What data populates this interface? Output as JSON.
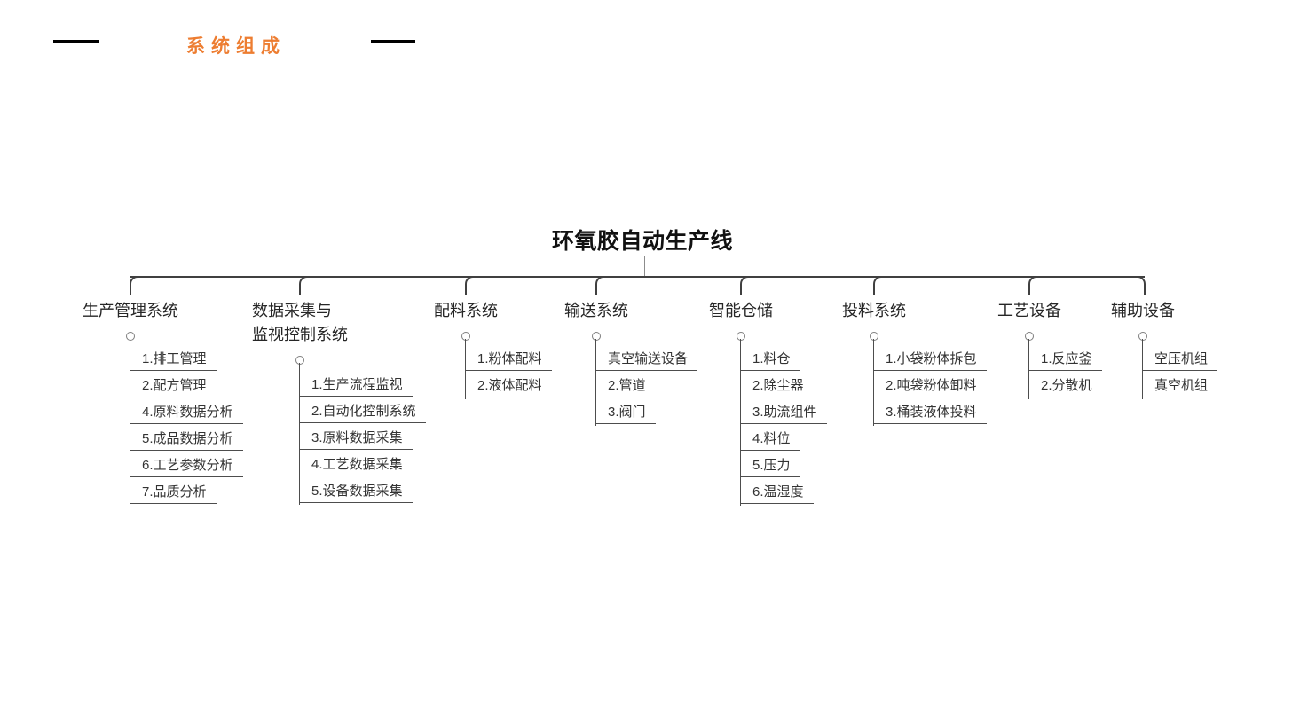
{
  "header": {
    "title": "系统组成"
  },
  "root": {
    "title": "环氧胶自动生产线"
  },
  "branches": [
    {
      "title": "生产管理系统",
      "children": [
        "1.排工管理",
        "2.配方管理",
        "4.原料数据分析",
        "5.成品数据分析",
        "6.工艺参数分析",
        "7.品质分析"
      ]
    },
    {
      "title": "数据采集与\n监视控制系统",
      "children": [
        "1.生产流程监视",
        "2.自动化控制系统",
        "3.原料数据采集",
        "4.工艺数据采集",
        "5.设备数据采集"
      ]
    },
    {
      "title": "配料系统",
      "children": [
        "1.粉体配料",
        "2.液体配料"
      ]
    },
    {
      "title": "输送系统",
      "children": [
        "真空输送设备",
        "2.管道",
        "3.阀门"
      ]
    },
    {
      "title": "智能仓储",
      "children": [
        "1.料仓",
        "2.除尘器",
        "3.助流组件",
        "4.料位",
        "5.压力",
        "6.温湿度"
      ]
    },
    {
      "title": "投料系统",
      "children": [
        "1.小袋粉体拆包",
        "2.吨袋粉体卸料",
        "3.桶装液体投料"
      ]
    },
    {
      "title": "工艺设备",
      "children": [
        "1.反应釜",
        "2.分散机"
      ]
    },
    {
      "title": "辅助设备",
      "children": [
        "空压机组",
        "真空机组"
      ]
    }
  ],
  "colors": {
    "accent": "#ED7D31",
    "connector_line": "#404040",
    "branch_line": "#4d4d4d",
    "anchor_circle": "#7f7f7f",
    "text": "#262626"
  }
}
